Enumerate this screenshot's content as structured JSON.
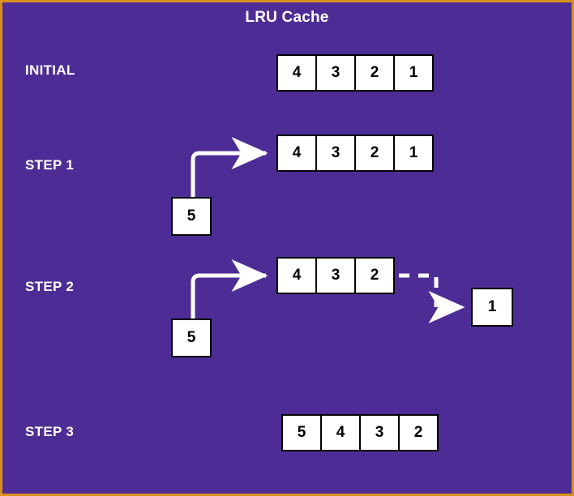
{
  "title": "LRU Cache",
  "colors": {
    "background": "#4d2d95",
    "border": "#d9901a",
    "cell_fill": "#ffffff",
    "cell_stroke": "#000000",
    "label_text": "#ffffff",
    "arrow": "#ffffff"
  },
  "rows": [
    {
      "id": "initial",
      "label": "INITIAL",
      "cache": [
        "4",
        "3",
        "2",
        "1"
      ]
    },
    {
      "id": "step1",
      "label": "STEP 1",
      "cache": [
        "4",
        "3",
        "2",
        "1"
      ],
      "incoming_box": "5",
      "incoming_arrow": "solid-arrow-insert"
    },
    {
      "id": "step2",
      "label": "STEP 2",
      "cache": [
        "4",
        "3",
        "2"
      ],
      "incoming_box": "5",
      "incoming_arrow": "solid-arrow-insert",
      "evicted_box": "1",
      "evict_arrow": "dashed-arrow-evict"
    },
    {
      "id": "step3",
      "label": "STEP 3",
      "cache": [
        "5",
        "4",
        "3",
        "2"
      ]
    }
  ]
}
